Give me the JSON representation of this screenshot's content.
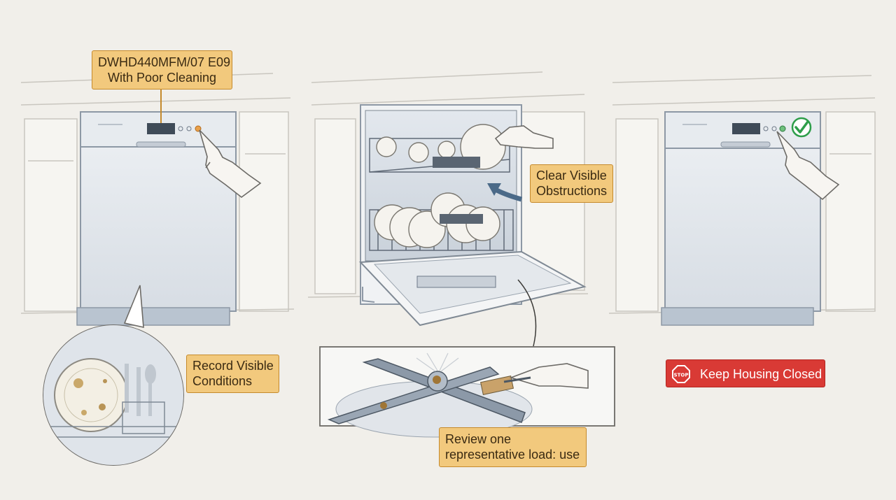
{
  "labels": {
    "model_line1": "DWHD440MFM/07 E09",
    "model_line2": "With Poor Cleaning",
    "clear_line1": "Clear Visible",
    "clear_line2": "Obstructions",
    "record_line1": "Record Visible",
    "record_line2": "Conditions",
    "review_line1": "Review one",
    "review_line2": "representative load: use"
  },
  "stop_badge": {
    "icon_text": "STOP",
    "text": "Keep Housing Closed"
  },
  "colors": {
    "label_fill": "#f2c97d",
    "label_border": "#c58a2c",
    "stop_red": "#d93a35",
    "check_green": "#2e9e4a",
    "steel": "#b9c4d0",
    "background": "#f1efea"
  }
}
